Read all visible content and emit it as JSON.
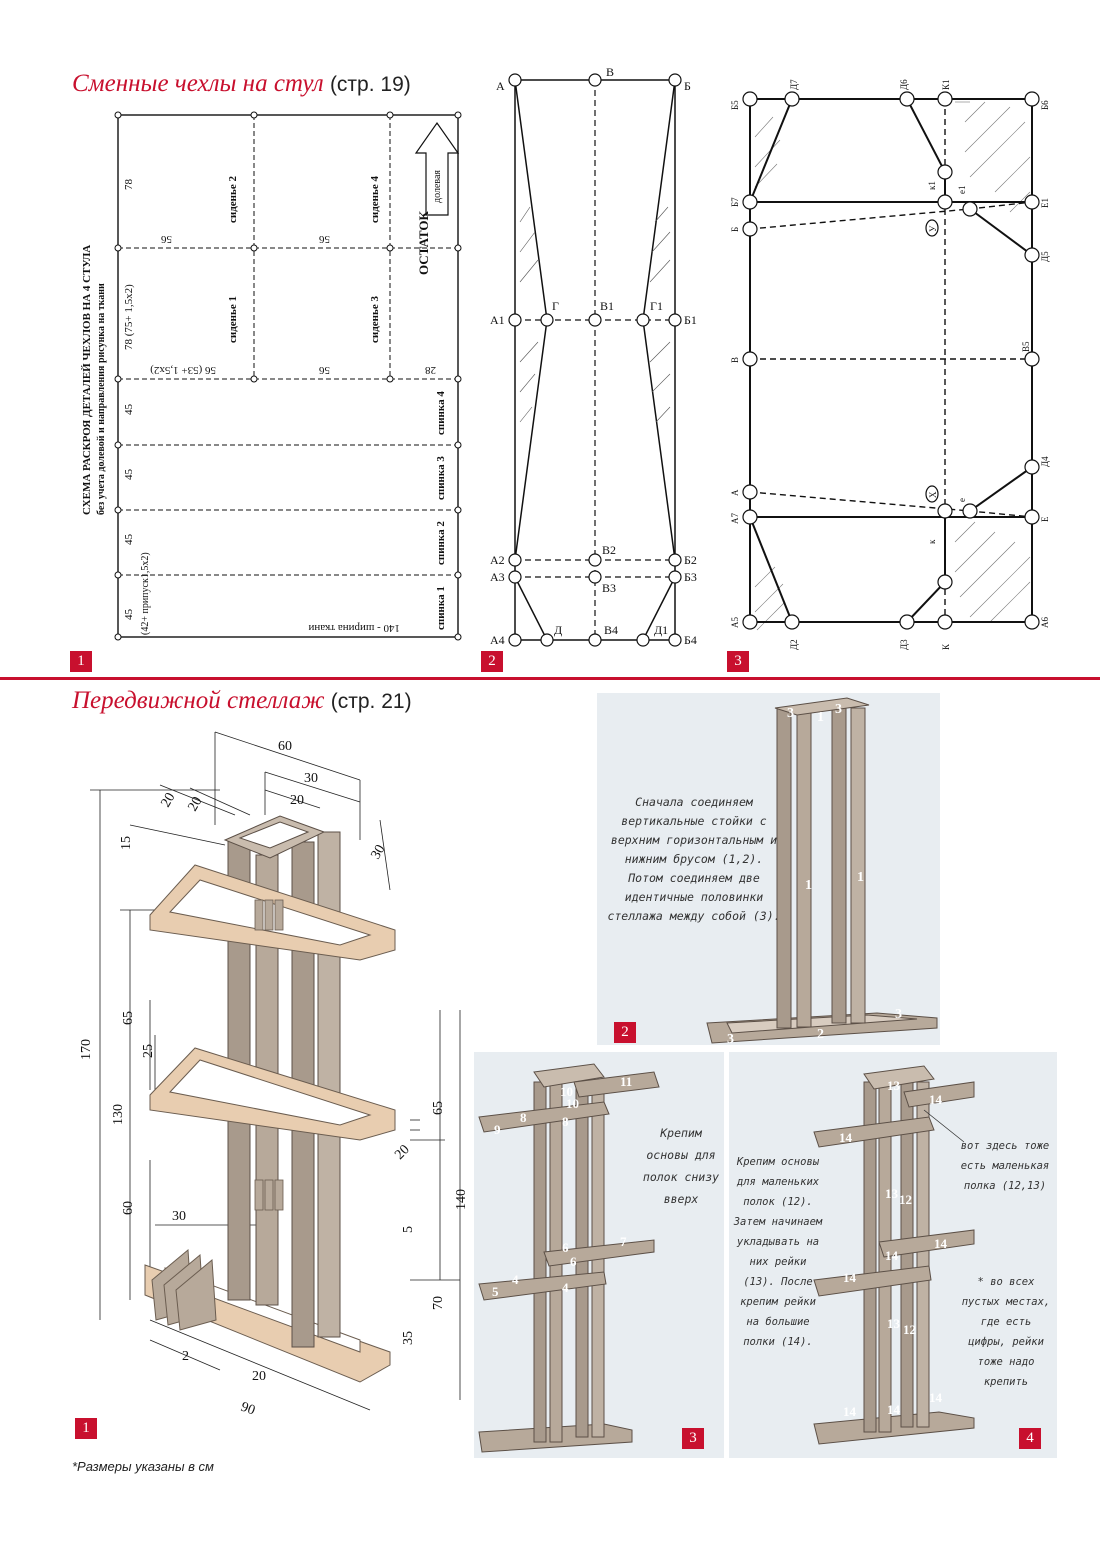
{
  "section1": {
    "title": "Сменные чехлы на стул",
    "page_ref": "(стр. 19)",
    "fig1": {
      "num": "1",
      "scheme_title": "СХЕМА РАСКРОЯ ДЕТАЛЕЙ ЧЕХЛОВ НА 4 СТУЛА",
      "scheme_subtitle": "без учета долевой и направления рисунка на ткани",
      "pieces": [
        "сиденье 2",
        "сиденье 4",
        "сиденье 1",
        "сиденье 3",
        "спинка 4",
        "спинка 3",
        "спинка 2",
        "спинка 1"
      ],
      "remainder": "ОСТАТОК",
      "grain": "долевая",
      "width_label": "140 - ширина ткани",
      "dims": {
        "h78": "78",
        "h78b": "78 (75+ 1,5x2)",
        "h45": "45",
        "h45_allow": "(42+ припуск1,5x2)",
        "w56": "56",
        "w56b": "56 (53+ 1,5x2)",
        "w28": "28"
      }
    },
    "fig2": {
      "num": "2",
      "points": [
        "А",
        "В",
        "Б",
        "А1",
        "Г",
        "В1",
        "Г1",
        "Б1",
        "А2",
        "В2",
        "Б2",
        "А3",
        "В3",
        "Б3",
        "А4",
        "Д",
        "В4",
        "Д1",
        "Б4"
      ]
    },
    "fig3": {
      "num": "3",
      "points_top": [
        "Б5",
        "Д7",
        "Д6",
        "К1",
        "Б6"
      ],
      "points_left": [
        "Б7",
        "Б",
        "В",
        "А",
        "А7",
        "А5"
      ],
      "points_right": [
        "Е1",
        "Д5",
        "В5",
        "Д4",
        "Е",
        "А6"
      ],
      "points_mid": [
        "к1",
        "е1",
        "е",
        "к",
        "У",
        "Х"
      ],
      "points_bottom": [
        "Д2",
        "Д3",
        "К"
      ]
    }
  },
  "section2": {
    "title": "Передвижной стеллаж",
    "page_ref": "(стр. 21)",
    "fig1": {
      "num": "1",
      "dims": [
        "60",
        "30",
        "20",
        "20",
        "20",
        "15",
        "30",
        "170",
        "130",
        "65",
        "25",
        "60",
        "30",
        "65",
        "20",
        "5",
        "140",
        "70",
        "35",
        "2",
        "20",
        "90"
      ],
      "footnote": "*Размеры указаны в см"
    },
    "fig2": {
      "num": "2",
      "caption": "Сначала соединяем вертикальные стойки с верхним горизонтальным и нижним брусом (1,2). Потом соединяем две идентичные половинки стеллажа между собой (3).",
      "labels": [
        "3",
        "1",
        "3",
        "1",
        "1",
        "3",
        "2",
        "3"
      ]
    },
    "fig3": {
      "num": "3",
      "caption": "Крепим основы для полок снизу вверх",
      "labels": [
        "10",
        "11",
        "8",
        "10",
        "9",
        "8",
        "6",
        "7",
        "6",
        "4",
        "5",
        "4"
      ]
    },
    "fig4": {
      "num": "4",
      "caption_left": "Крепим основы для маленьких полок (12). Затем начинаем укладывать на них рейки (13). После крепим рейки на большие полки (14).",
      "caption_right_top": "вот здесь тоже есть маленькая полка (12,13)",
      "caption_right_bottom": "* во всех пустых местах, где есть цифры, рейки тоже надо крепить",
      "labels": [
        "13",
        "14",
        "14",
        "13",
        "12",
        "14",
        "14",
        "14",
        "13",
        "12",
        "14",
        "14",
        "14"
      ]
    }
  },
  "colors": {
    "accent": "#c8102e",
    "wood": "#b7a99a",
    "wood_light": "#e8cdb0",
    "panel_bg": "#e8edf1"
  }
}
